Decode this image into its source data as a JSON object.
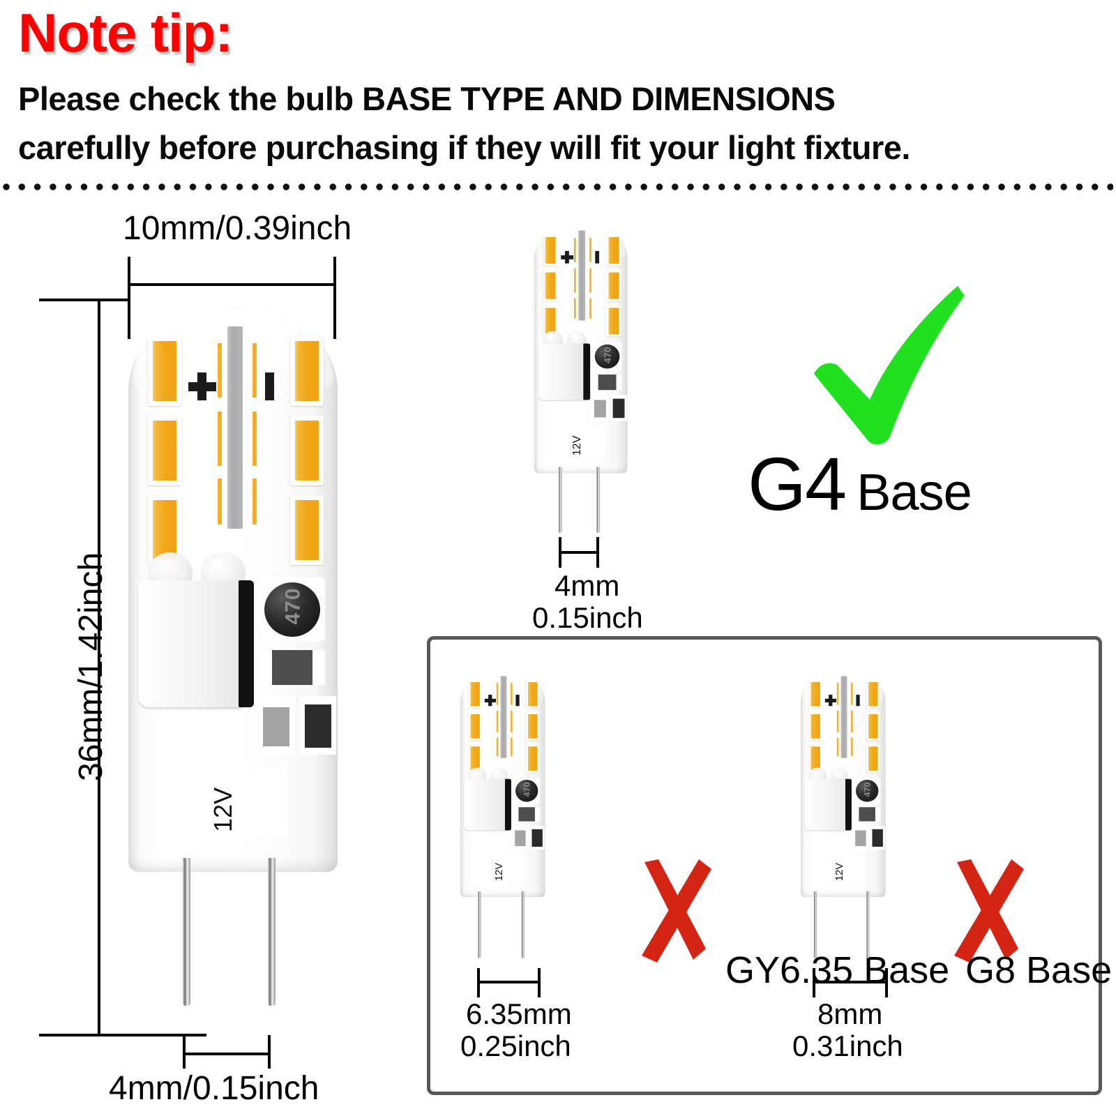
{
  "header": {
    "note_tip": "Note tip:",
    "line1": "Please check the bulb BASE TYPE AND DIMENSIONS",
    "line2": "carefully before purchasing if they will fit your light fixture."
  },
  "main_bulb": {
    "width_dimension": "10mm/0.39inch",
    "height_dimension": "36mm/1.42inch",
    "pin_spacing_dimension": "4mm/0.15inch",
    "voltage_label": "12V",
    "inductor_label": "470",
    "polarity_plus": "+",
    "polarity_minus": "I"
  },
  "correct_base": {
    "bulb": {
      "voltage_label": "12V",
      "inductor_label": "470",
      "polarity_plus": "+",
      "polarity_minus": "I"
    },
    "pin_spacing_mm": "4mm",
    "pin_spacing_inch": "0.15inch",
    "status_icon": "green-check-icon",
    "status_color": "#20E020",
    "label_primary": "G4",
    "label_secondary": "Base"
  },
  "incorrect_bases": [
    {
      "bulb": {
        "voltage_label": "12V",
        "inductor_label": "470",
        "polarity_plus": "+",
        "polarity_minus": "I"
      },
      "pin_spacing_mm": "6.35mm",
      "pin_spacing_inch": "0.25inch",
      "status_icon": "red-cross-icon",
      "status_color": "#D42414",
      "label": "GY6.35 Base"
    },
    {
      "bulb": {
        "voltage_label": "12V",
        "inductor_label": "470",
        "polarity_plus": "+",
        "polarity_minus": "I"
      },
      "pin_spacing_mm": "8mm",
      "pin_spacing_inch": "0.31inch",
      "status_icon": "red-cross-icon",
      "status_color": "#D42414",
      "label": "G8 Base"
    }
  ],
  "colors": {
    "note_red": "#FF0000",
    "check_green": "#20E020",
    "cross_red": "#D42414",
    "led_amber": "#F0A615",
    "box_border": "#585858",
    "text_black": "#000000"
  }
}
